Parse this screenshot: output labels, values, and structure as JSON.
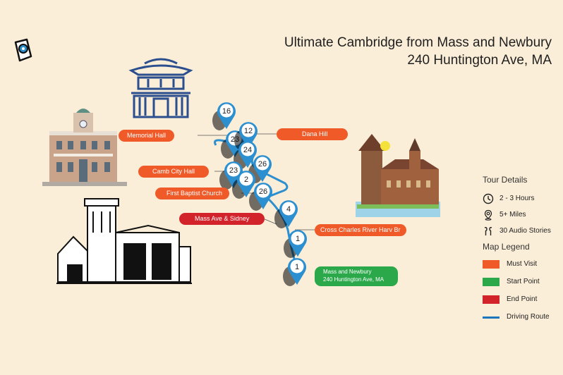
{
  "header": {
    "title_line1": "Ultimate Cambridge from Mass and Newbury",
    "title_line2": "240 Huntington Ave, MA"
  },
  "logo_icon": "map-pin-logo-icon",
  "stops": [
    {
      "label": "Memorial Hall",
      "type": "must_visit"
    },
    {
      "label": "Dana Hill",
      "type": "must_visit"
    },
    {
      "label": "Camb City Hall",
      "type": "must_visit"
    },
    {
      "label": "First Baptist Church",
      "type": "must_visit"
    },
    {
      "label": "Mass Ave & Sidney",
      "type": "end"
    },
    {
      "label": "Cross Charles River Harv Br",
      "type": "must_visit"
    },
    {
      "label_line1": "Mass and Newbury",
      "label_line2": "240 Huntington Ave, MA",
      "type": "start"
    }
  ],
  "pins": [
    "16",
    "23",
    "12",
    "24",
    "26",
    "23",
    "2",
    "26",
    "4",
    "1",
    "1"
  ],
  "tour_details": {
    "heading": "Tour Details",
    "items": [
      {
        "icon": "clock-icon",
        "text": "2 - 3 Hours"
      },
      {
        "icon": "location-pin-icon",
        "text": "5+ Miles"
      },
      {
        "icon": "earbuds-icon",
        "text": "30 Audio Stories"
      }
    ]
  },
  "map_legend": {
    "heading": "Map Legend",
    "items": [
      {
        "label": "Must Visit",
        "color": "#ef5a28"
      },
      {
        "label": "Start Point",
        "color": "#2aa84a"
      },
      {
        "label": "End Point",
        "color": "#d2232a"
      },
      {
        "label": "Driving Route",
        "color": "#1d75bc"
      }
    ]
  },
  "colors": {
    "background": "#fbeed8",
    "pin": "#2b8fd0",
    "route": "#1d75bc"
  }
}
